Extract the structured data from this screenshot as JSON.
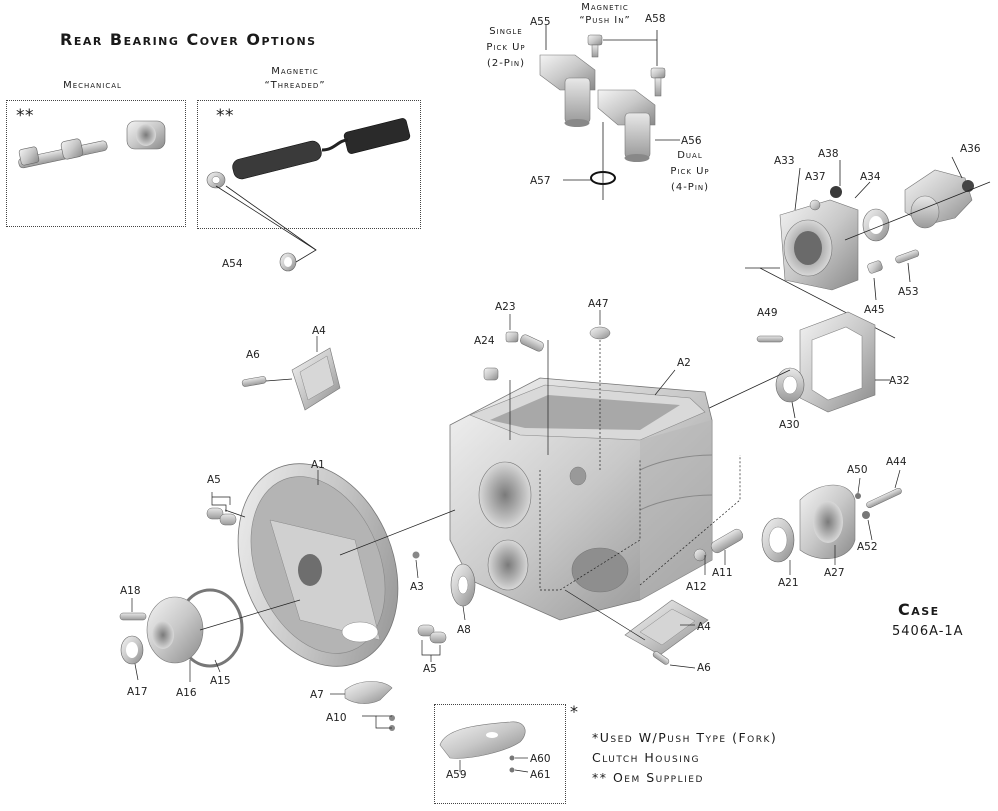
{
  "rear_cover": {
    "heading": "Rear Bearing Cover Options",
    "mechanical_label": "Mechanical",
    "magnetic_label_1": "Magnetic",
    "magnetic_label_2": "“Threaded”",
    "oem_mark_1": "**",
    "oem_mark_2": "**"
  },
  "pickups": {
    "single_1": "Single",
    "single_2": "Pick Up",
    "single_3": "(2-Pin)",
    "push_1": "Magnetic",
    "push_2": "“Push In”",
    "dual_1": "Dual",
    "dual_2": "Pick Up",
    "dual_3": "(4-Pin)"
  },
  "parts": {
    "A1": "A1",
    "A2": "A2",
    "A3": "A3",
    "A4a": "A4",
    "A4b": "A4",
    "A5a": "A5",
    "A5b": "A5",
    "A6a": "A6",
    "A6b": "A6",
    "A7": "A7",
    "A8": "A8",
    "A10": "A10",
    "A11": "A11",
    "A12": "A12",
    "A15": "A15",
    "A16": "A16",
    "A17": "A17",
    "A18": "A18",
    "A21": "A21",
    "A23": "A23",
    "A24": "A24",
    "A27": "A27",
    "A30": "A30",
    "A32": "A32",
    "A33": "A33",
    "A34": "A34",
    "A36": "A36",
    "A37": "A37",
    "A38": "A38",
    "A44": "A44",
    "A45": "A45",
    "A47": "A47",
    "A49": "A49",
    "A50": "A50",
    "A52": "A52",
    "A53": "A53",
    "A54": "A54",
    "A55": "A55",
    "A56": "A56",
    "A57": "A57",
    "A58": "A58",
    "A59": "A59",
    "A60": "A60",
    "A61": "A61"
  },
  "case": {
    "title": "Case",
    "number": "5406A-1A"
  },
  "notes": {
    "asterisk": "*",
    "line1": "*Used W/Push Type (Fork)",
    "line2": "Clutch Housing",
    "line3": "** Oem Supplied"
  }
}
